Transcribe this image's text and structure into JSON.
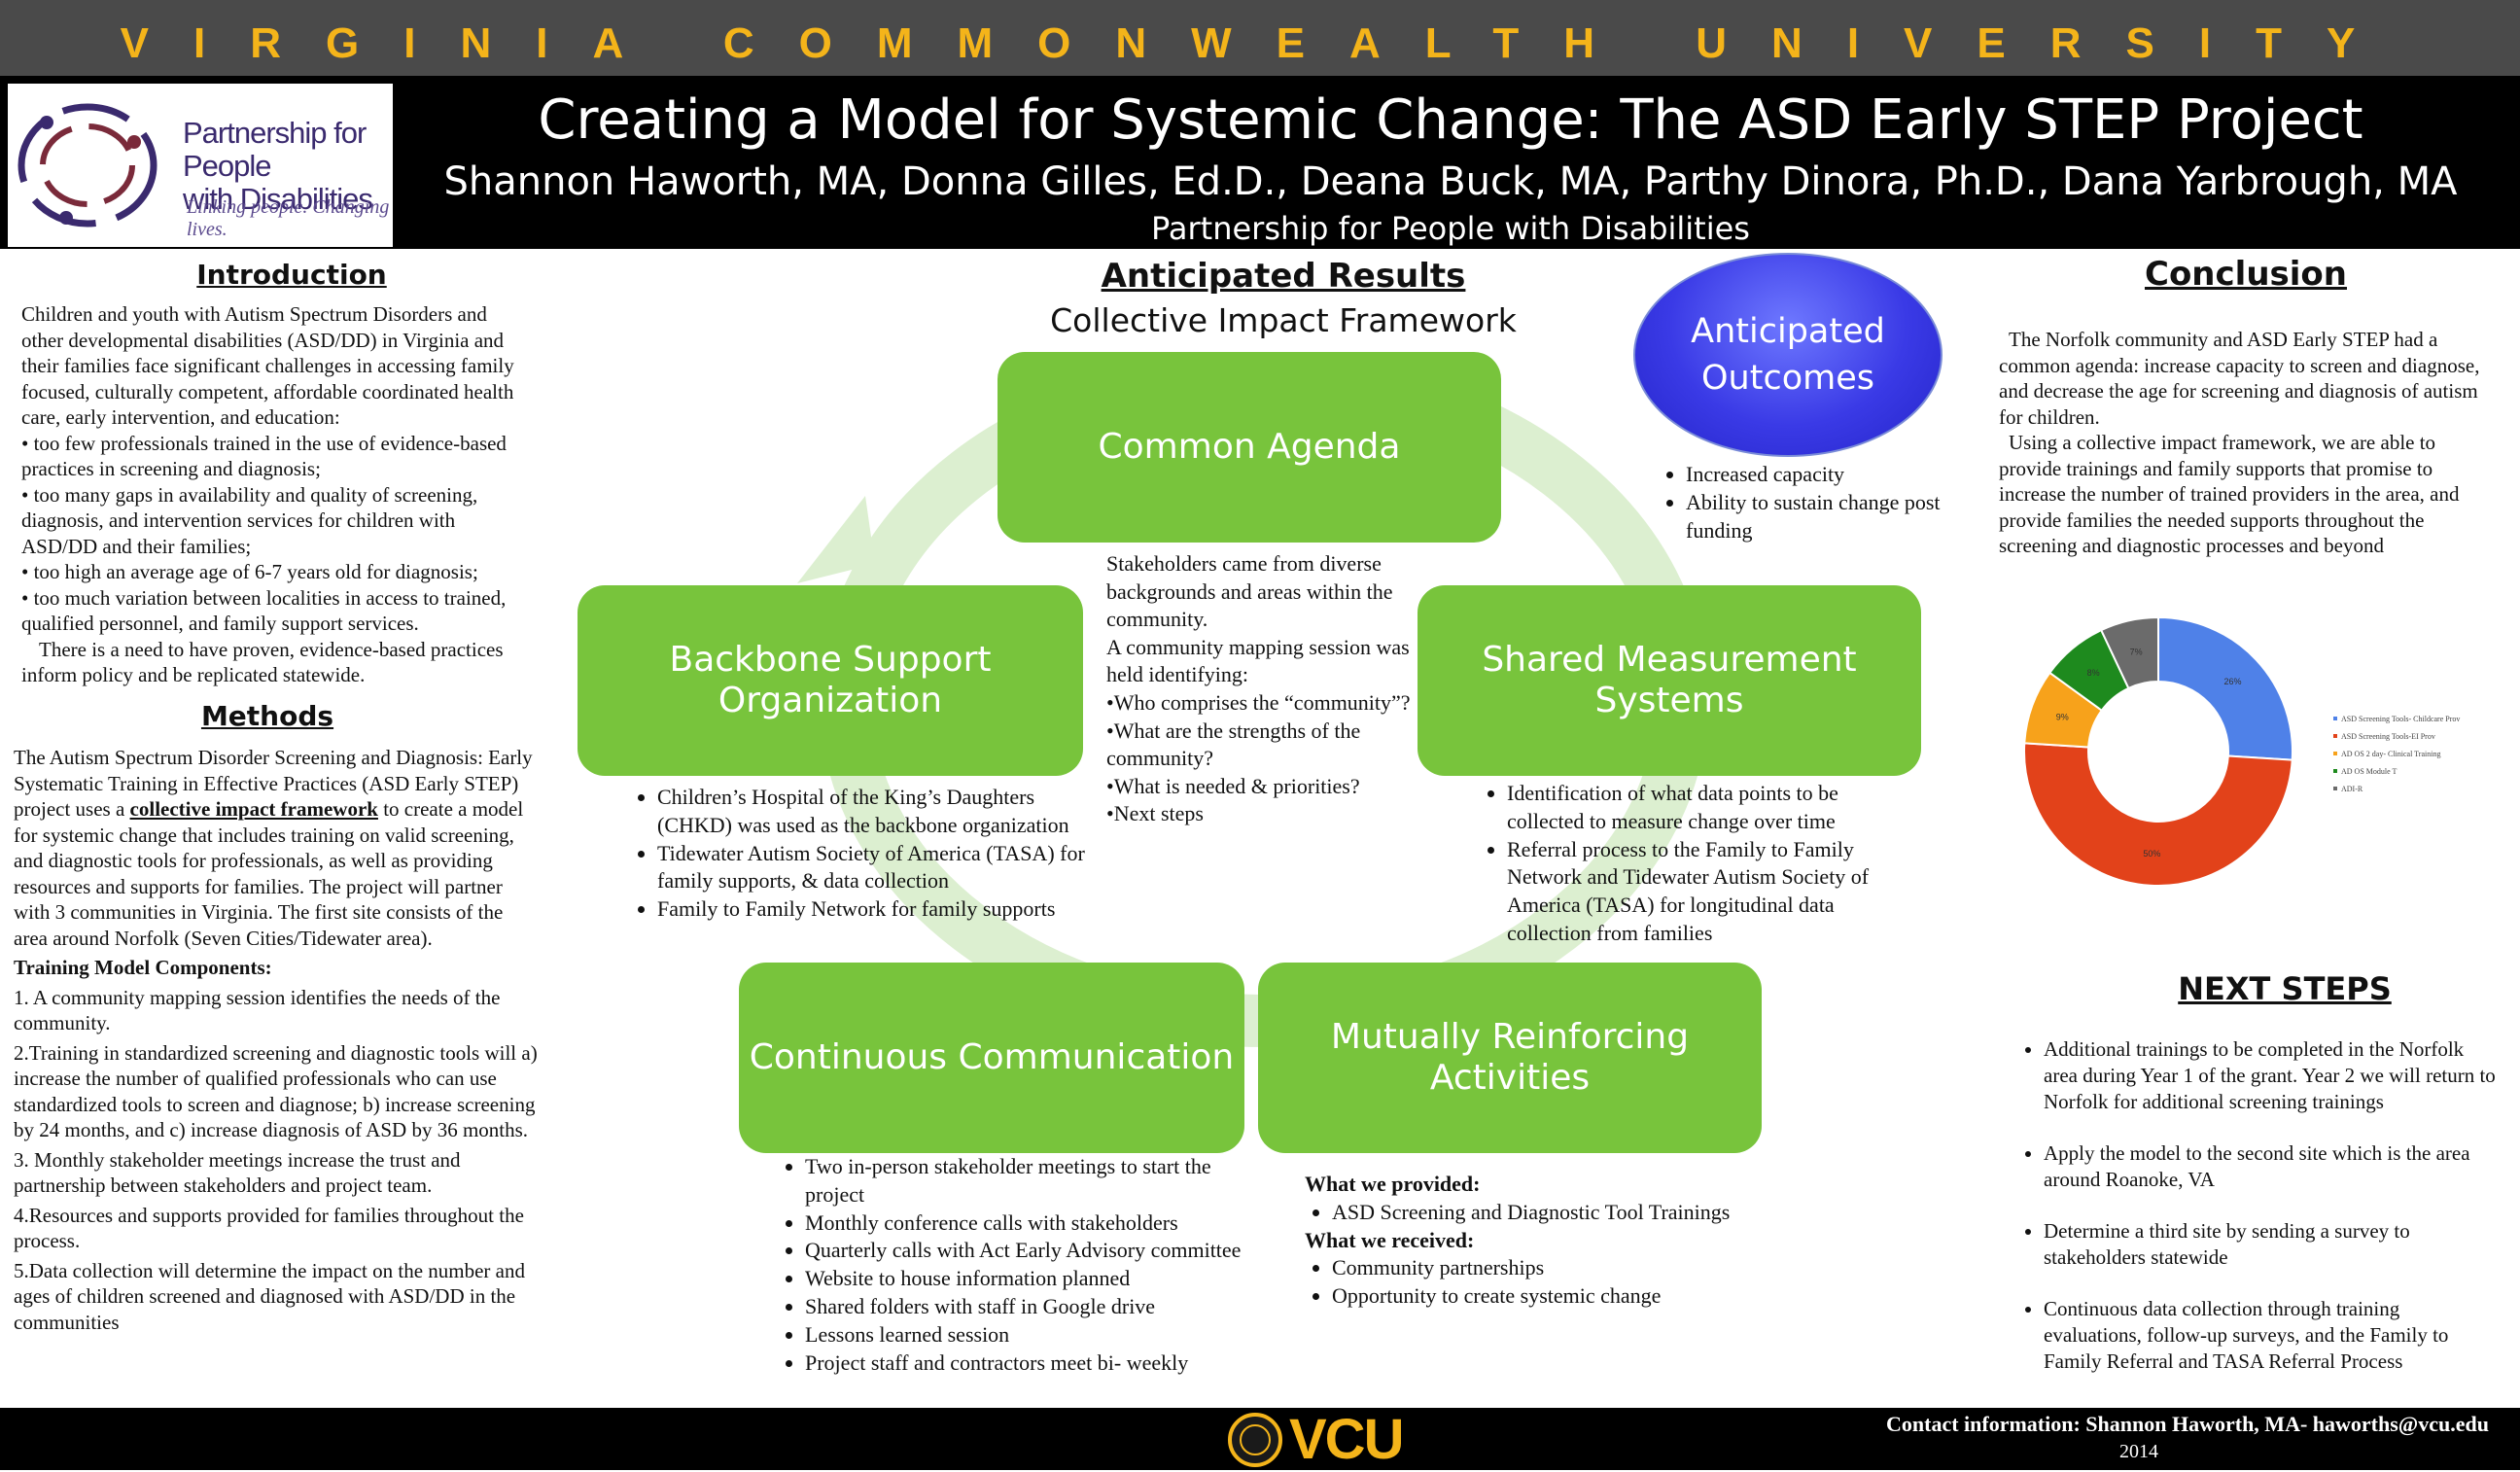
{
  "banner": {
    "university": "VIRGINIA COMMONWEALTH UNIVERSITY"
  },
  "header": {
    "title": "Creating a Model for Systemic Change: The ASD Early STEP Project",
    "authors": "Shannon Haworth, MA, Donna Gilles, Ed.D., Deana Buck, MA, Parthy Dinora, Ph.D., Dana Yarbrough, MA",
    "affiliation": "Partnership for People with Disabilities",
    "logo": {
      "line1": "Partnership for People",
      "line2": "with Disabilities",
      "tagline": "Linking people. Changing lives."
    }
  },
  "introduction": {
    "heading": "Introduction",
    "lead": "Children and youth with Autism Spectrum Disorders and other developmental disabilities (ASD/DD) in Virginia and their families face significant challenges in accessing family focused, culturally competent, affordable coordinated health care, early intervention, and education:",
    "items": [
      "• too few professionals trained in the use of evidence-based practices in screening and diagnosis;",
      "• too many gaps in availability and quality of screening, diagnosis, and intervention services for children with ASD/DD and their families;",
      "• too high an average age of 6-7 years old for diagnosis;",
      "• too much variation between localities in access to trained, qualified personnel, and family support services."
    ],
    "closing": "There is a need to have proven, evidence-based practices inform policy and be replicated statewide."
  },
  "methods": {
    "heading": "Methods",
    "p1_before": "The Autism  Spectrum Disorder Screening and  Diagnosis: Early Systematic Training in Effective Practices (ASD Early STEP) project uses a ",
    "p1_link": "collective impact framework",
    "p1_after": " to create a model for systemic change  that includes training on valid screening, and diagnostic tools for professionals, as well as providing  resources and  supports for families. The project will partner with 3 communities in Virginia.  The first site consists of the area around Norfolk (Seven Cities/Tidewater area).",
    "components_heading": "Training Model Components:",
    "components": [
      "1.  A community mapping session identifies the needs of the community.",
      "2.Training in standardized screening and diagnostic tools will a) increase the number of qualified professionals who can use standardized tools to screen and diagnose; b) increase screening by 24 months, and c) increase diagnosis of ASD by 36 months.",
      "3.  Monthly stakeholder meetings  increase  the trust and partnership between stakeholders and project team.",
      "4.Resources and supports provided for families throughout the process.",
      "5.Data collection will determine the impact on the number and ages of children screened and diagnosed with ASD/DD in the communities"
    ]
  },
  "results": {
    "heading": "Anticipated Results",
    "subheading": "Collective Impact Framework",
    "boxes": {
      "common_agenda": "Common Agenda",
      "backbone": "Backbone Support Organization",
      "shared_measurement": "Shared Measurement Systems",
      "continuous_communication": "Continuous Communication",
      "mutually_reinforcing": "Mutually Reinforcing Activities"
    },
    "outcomes_oval": "Anticipated Outcomes",
    "outcomes": [
      "Increased capacity",
      "Ability to sustain change post funding"
    ],
    "center_text": [
      "Stakeholders came from diverse backgrounds and areas within the community.",
      "A community mapping session was held identifying:",
      "•Who comprises the “community”?",
      "•What are the strengths of the community?",
      "•What is needed & priorities?",
      "•Next steps"
    ],
    "backbone_items": [
      "Children’s Hospital of  the King’s Daughters (CHKD) was  used as  the  backbone organization",
      "Tidewater Autism Society of  America (TASA) for family supports, & data collection",
      "Family to Family Network for family supports"
    ],
    "measurement_items": [
      "Identification of what data points to be collected to measure change over time",
      "Referral process to the Family to Family Network and Tidewater Autism Society of America (TASA) for longitudinal data collection from families"
    ],
    "communication_items": [
      "Two in-person stakeholder meetings to start the project",
      "Monthly conference calls with stakeholders",
      "Quarterly calls with Act Early Advisory committee",
      "Website to house information planned",
      "Shared folders with staff in Google drive",
      "Lessons learned session",
      "Project staff  and contractors  meet bi- weekly"
    ],
    "activities": {
      "provided_heading": "What we provided:",
      "provided": [
        "ASD Screening and Diagnostic Tool Trainings"
      ],
      "received_heading": "What we received:",
      "received": [
        "Community partnerships",
        "Opportunity to create systemic change"
      ]
    }
  },
  "conclusion": {
    "heading": "Conclusion",
    "p1": "The Norfolk community and ASD Early STEP had a common agenda: increase capacity to screen and diagnose, and decrease the age for screening and diagnosis of autism for children.",
    "p2": "Using a collective impact framework, we are able to provide trainings and family supports that  promise to increase the number of trained providers in the area, and provide families the needed supports throughout the screening and diagnostic processes and beyond"
  },
  "chart_data": {
    "type": "pie",
    "donut": true,
    "categories": [
      "ASD Screening Tools- Childcare Prov",
      "ASD Screening Tools-EI Prov",
      "AD OS 2 day- Clinical Training",
      "AD OS Module T",
      "ADI-R"
    ],
    "values": [
      26,
      50,
      9,
      8,
      7
    ],
    "labels": [
      "26%",
      "50%",
      "9%",
      "8%",
      "7%"
    ],
    "colors": [
      "#4f81e8",
      "#e2421a",
      "#f7a21b",
      "#1e8a1e",
      "#6b6b6b"
    ],
    "legend_position": "right"
  },
  "next_steps": {
    "heading": "NEXT STEPS",
    "items": [
      "Additional trainings to be completed in the Norfolk area during Year 1 of the grant.  Year 2 we will return to Norfolk for additional screening trainings",
      "Apply the model to the second site which is the area around Roanoke, VA",
      "Determine a third site by sending a survey to stakeholders statewide",
      "Continuous data collection through training evaluations, follow-up surveys, and the Family to Family Referral and TASA Referral Process"
    ]
  },
  "footer": {
    "logo_text": "VCU",
    "contact": "Contact information: Shannon Haworth, MA- haworths@vcu.edu",
    "year": "2014"
  }
}
